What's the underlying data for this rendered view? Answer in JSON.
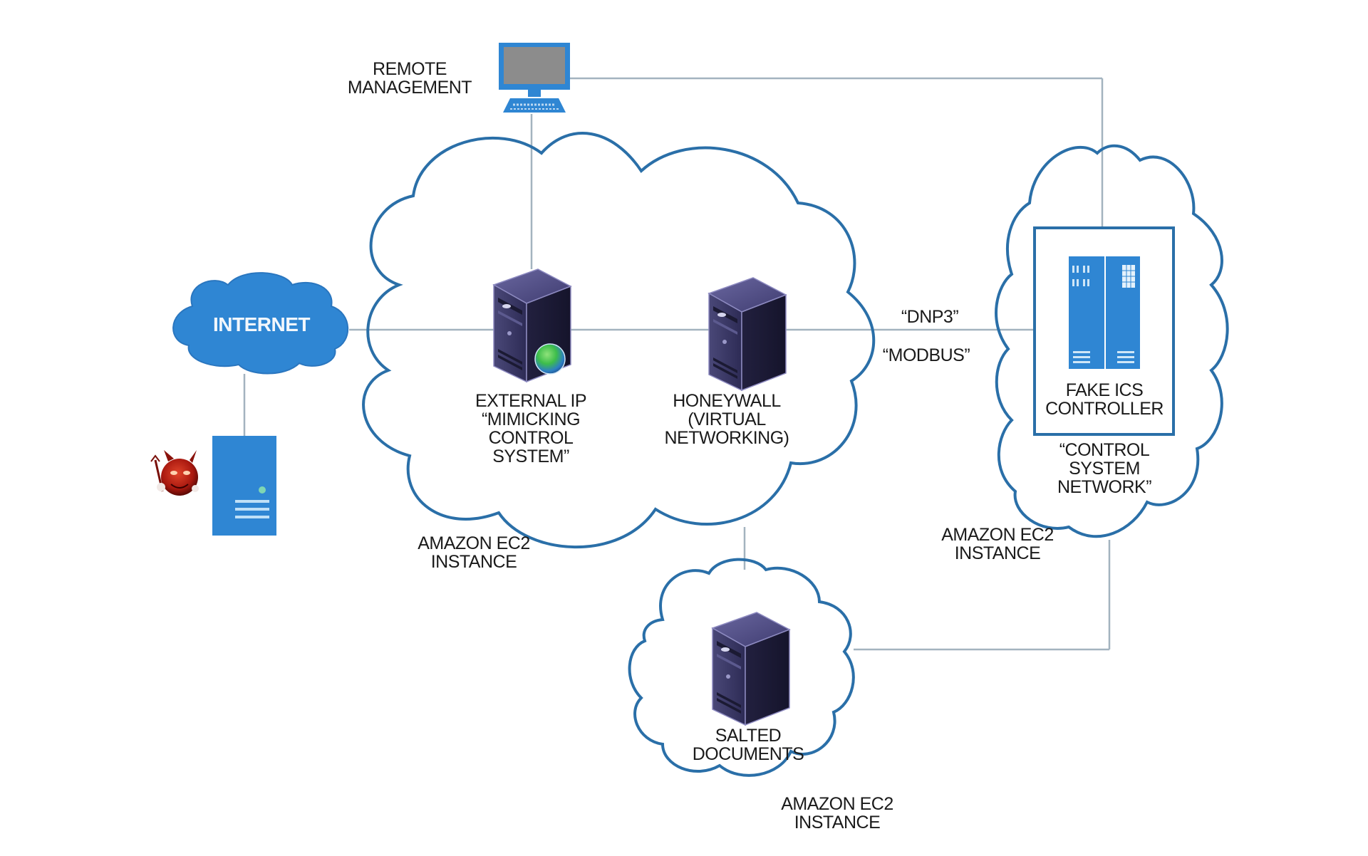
{
  "diagram": {
    "type": "network-architecture",
    "colors": {
      "cloud_outline": "#2a6fa8",
      "internet_cloud_fill": "#2f86d3",
      "connector": "#a3b3bf",
      "server_dark": "#2b2950",
      "ics_blue": "#2f86d3",
      "text": "#1a1a1a"
    },
    "nodes": {
      "remote_management": {
        "label": "REMOTE\nMANAGEMENT",
        "icon": "desktop-computer-icon"
      },
      "internet": {
        "label": "INTERNET",
        "icon": "cloud-icon"
      },
      "attacker": {
        "icon": "devil-icon",
        "device_icon": "server-tower-icon"
      },
      "external_ip": {
        "label": "EXTERNAL IP\n“MIMICKING\nCONTROL\nSYSTEM”",
        "icon": "server-with-globe-icon"
      },
      "honeywall": {
        "label": "HONEYWALL\n(VIRTUAL\nNETWORKING)",
        "icon": "server-icon"
      },
      "fake_ics": {
        "label": "FAKE ICS\nCONTROLLER",
        "icon": "ics-cabinet-icon"
      },
      "control_network": {
        "label": "“CONTROL\nSYSTEM\nNETWORK”"
      },
      "salted_docs": {
        "label": "SALTED\nDOCUMENTS",
        "icon": "server-icon"
      }
    },
    "protocols": {
      "dnp3": "“DNP3”",
      "modbus": "“MODBUS”"
    },
    "groups": {
      "main_instance": "AMAZON EC2\nINSTANCE",
      "ics_instance": "AMAZON EC2\nINSTANCE",
      "docs_instance": "AMAZON EC2\nINSTANCE"
    },
    "edges": [
      {
        "from": "remote_management",
        "to": "external_ip"
      },
      {
        "from": "remote_management",
        "to": "fake_ics"
      },
      {
        "from": "internet",
        "to": "attacker"
      },
      {
        "from": "internet",
        "to": "external_ip"
      },
      {
        "from": "external_ip",
        "to": "honeywall"
      },
      {
        "from": "honeywall",
        "to": "fake_ics",
        "labels": [
          "“DNP3”",
          "“MODBUS”"
        ]
      },
      {
        "from": "main_instance",
        "to": "salted_docs"
      },
      {
        "from": "salted_docs",
        "to": "fake_ics"
      }
    ]
  }
}
